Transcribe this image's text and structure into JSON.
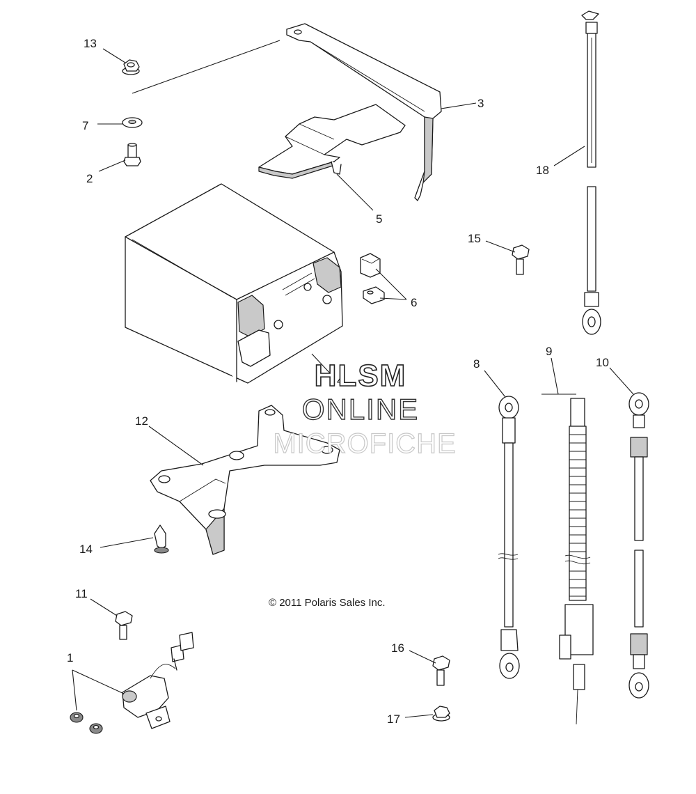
{
  "copyright": "© 2011 Polaris Sales Inc.",
  "watermark": {
    "line1": "HLSM",
    "line2": "ONLINE",
    "line3": "MICROFICHE"
  },
  "callouts": {
    "c1": "1",
    "c2": "2",
    "c3": "3",
    "c4": "4",
    "c5": "5",
    "c6": "6",
    "c7": "7",
    "c8": "8",
    "c9": "9",
    "c10": "10",
    "c11": "11",
    "c12": "12",
    "c13": "13",
    "c14": "14",
    "c15": "15",
    "c16": "16",
    "c17": "17",
    "c18": "18"
  }
}
